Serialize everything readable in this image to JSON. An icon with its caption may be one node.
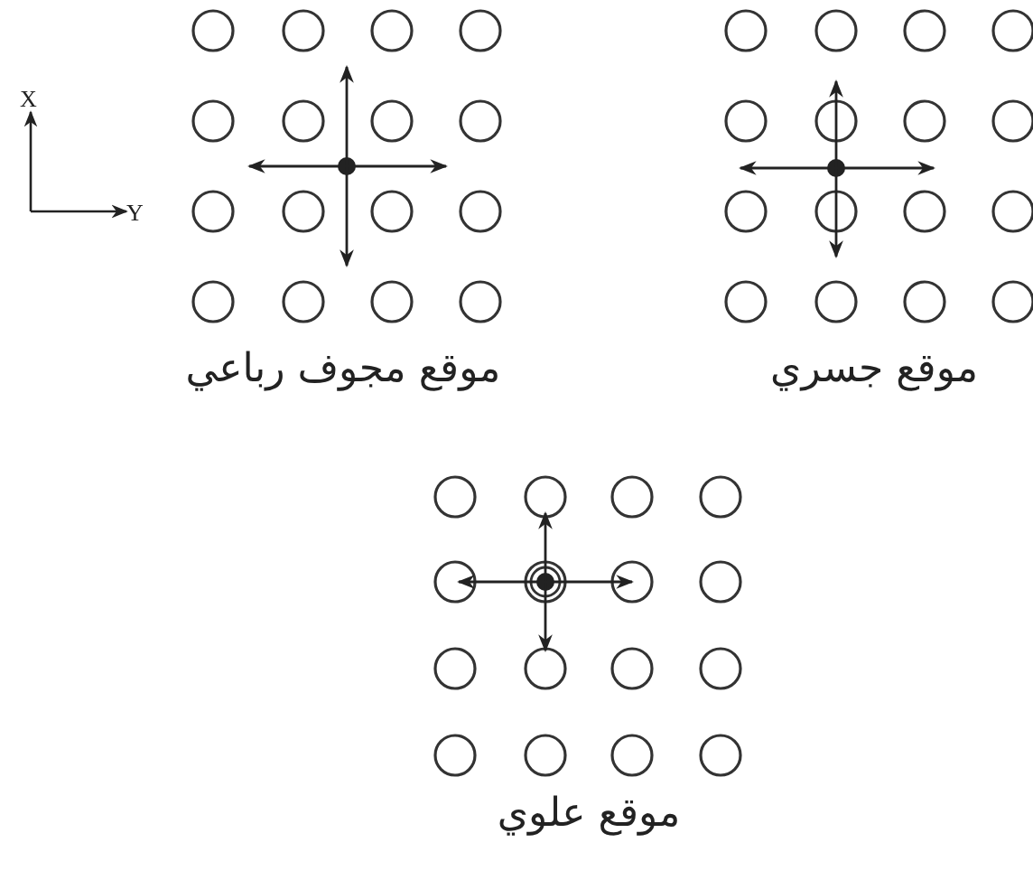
{
  "diagram": {
    "labels": [
      "X",
      "Y",
      "موقع مجوف رباعي",
      "موقع جسري",
      "موقع علوي"
    ]
  }
}
